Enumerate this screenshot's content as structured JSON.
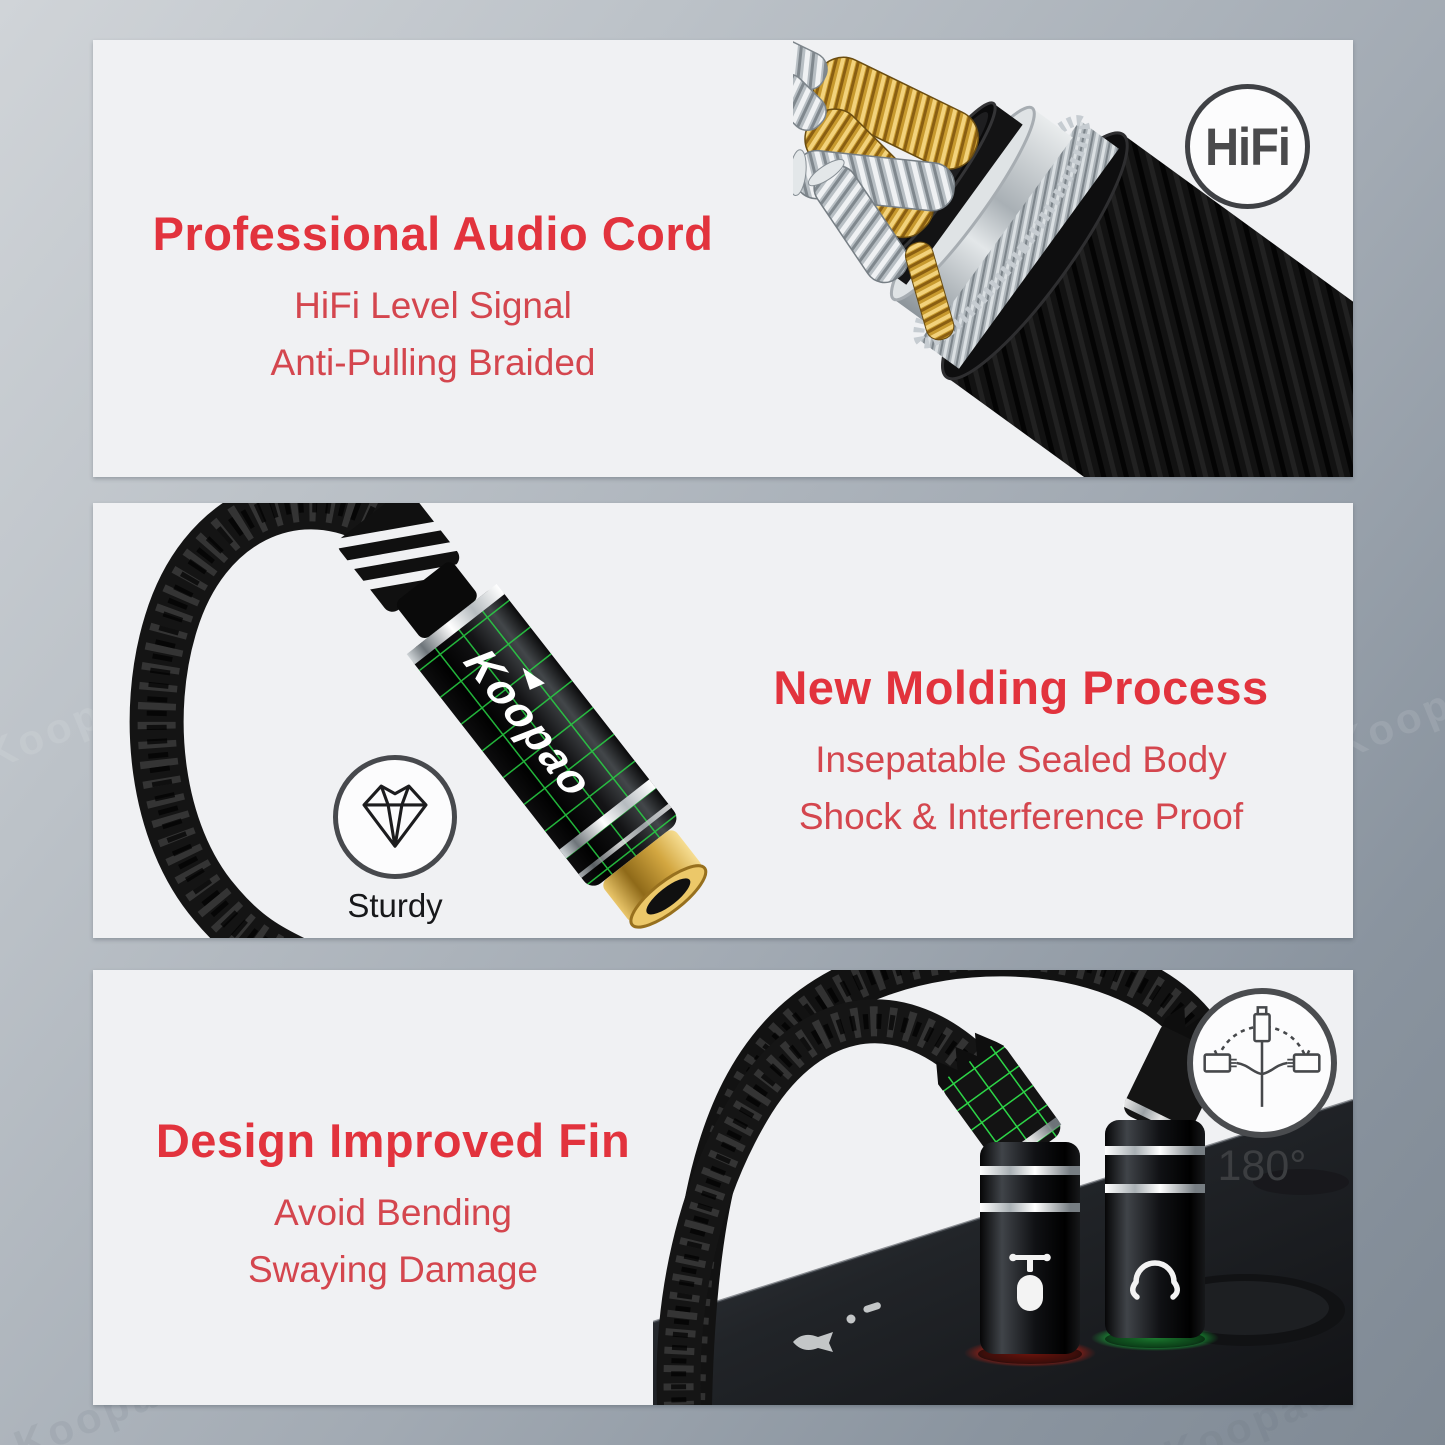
{
  "background": {
    "gradient_top_left": "#d0d4d8",
    "gradient_bottom_right": "#7f8994",
    "panel_bg": "#f0f1f3"
  },
  "colors": {
    "title_red": "#e2333d",
    "subtitle_red": "#d4464e",
    "badge_border": "#3f4145",
    "badge_text": "#4a4a4c",
    "grid_green": "#2bd84a",
    "jack_gold": "#d3a741",
    "glow_red": "#e52618",
    "glow_green": "#2fe455"
  },
  "brand": {
    "logo_text": "Koopao",
    "watermark_text": "Koopao"
  },
  "panels": [
    {
      "title": "Professional Audio Cord",
      "line1": "HiFi Level Signal",
      "line2": "Anti-Pulling Braided",
      "badge_label": "HiFi",
      "illustration": "cable-cross-section-photo"
    },
    {
      "title": "New Molding Process",
      "line1": "Insepatable Sealed Body",
      "line2": "Shock & Interference Proof",
      "badge_label": "Sturdy",
      "illustration": "braided-adapter-connector-photo"
    },
    {
      "title": "Design Improved Fin",
      "line1": "Avoid Bending",
      "line2": "Swaying Damage",
      "badge_label": "180°",
      "illustration": "desk-dual-connectors-photo"
    }
  ]
}
